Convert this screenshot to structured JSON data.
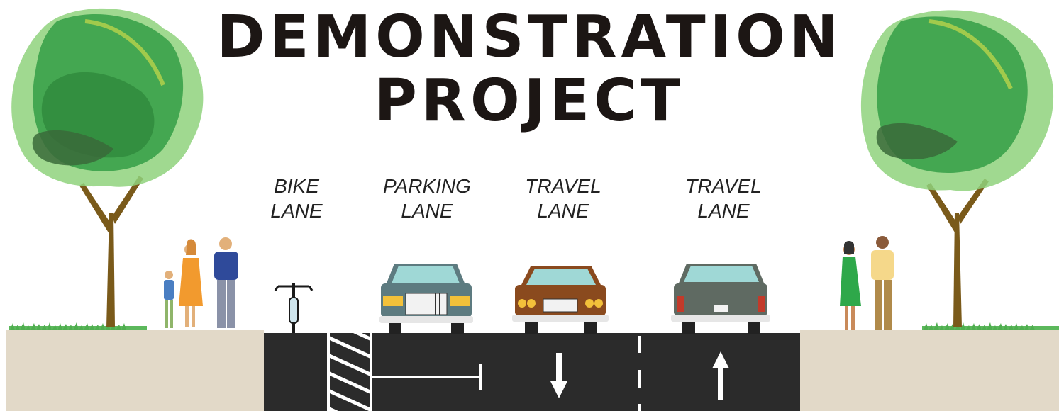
{
  "title": {
    "line1": "DEMONSTRATION",
    "line2": "PROJECT"
  },
  "lanes": [
    {
      "line1": "BIKE",
      "line2": "LANE"
    },
    {
      "line1": "PARKING",
      "line2": "LANE"
    },
    {
      "line1": "TRAVEL",
      "line2": "LANE"
    },
    {
      "line1": "TRAVEL",
      "line2": "LANE"
    }
  ],
  "colors": {
    "asphalt": "#2b2b2b",
    "sidewalk": "#e2d9c8",
    "grass": "#5cb85c",
    "tree_canopy": "#3aa14a",
    "trunk": "#7a5a1a",
    "car_teal": "#5d7b80",
    "car_brown": "#8a4a1e",
    "car_gray": "#5f6a62",
    "windshield": "#9fd8d6"
  },
  "directions": {
    "travel_lane_1": "down-arrow",
    "travel_lane_2": "up-arrow"
  }
}
